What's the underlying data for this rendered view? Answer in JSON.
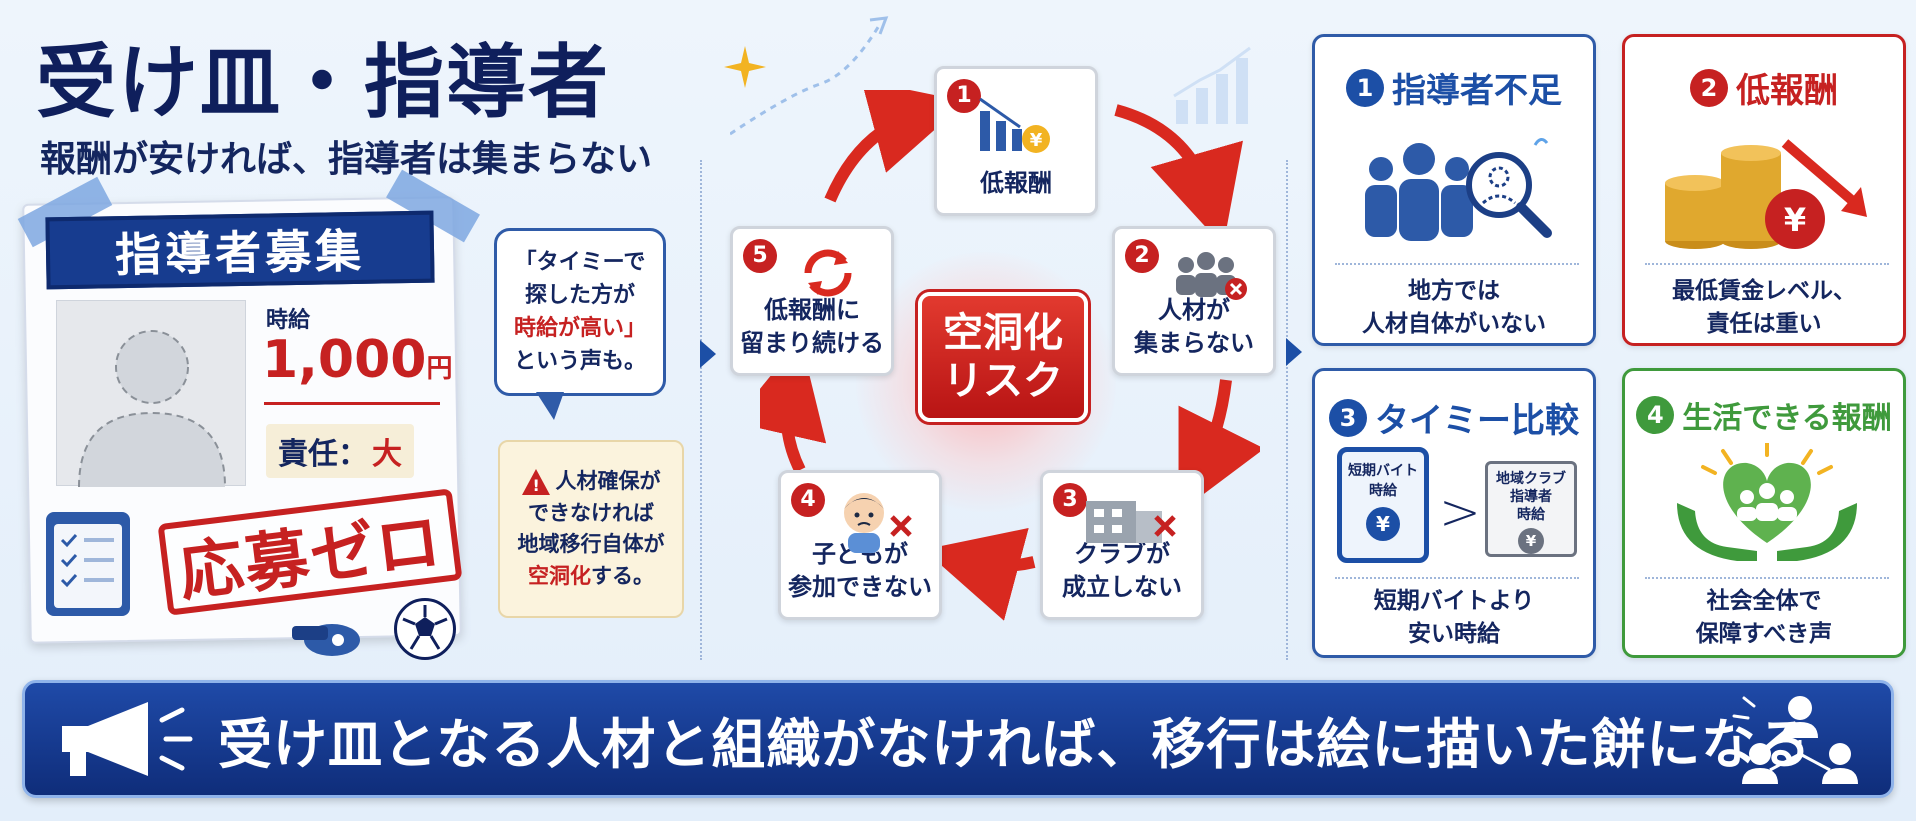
{
  "header": {
    "title": "受け皿・指導者",
    "subtitle": "報酬が安ければ、指導者は集まらない"
  },
  "poster": {
    "heading": "指導者募集",
    "wage_label": "時給",
    "wage_value": "1,000",
    "wage_unit": "円",
    "responsibility_label": "責任：",
    "responsibility_value": "大",
    "stamp": "応募ゼロ"
  },
  "bubble": {
    "line1": "「タイミーで",
    "line2": "探した方が",
    "line3": "時給が高い」",
    "line4": "という声も。"
  },
  "note": {
    "line1": "人材確保が",
    "line2": "できなければ",
    "line3": "地域移行自体が",
    "line4_red": "空洞化",
    "line4_rest": "する。"
  },
  "cycle": {
    "center_line1": "空洞化",
    "center_line2": "リスク",
    "steps": [
      {
        "num": "1",
        "line1": "低報酬",
        "line2": ""
      },
      {
        "num": "2",
        "line1": "人材が",
        "line2": "集まらない"
      },
      {
        "num": "3",
        "line1": "クラブが",
        "line2": "成立しない"
      },
      {
        "num": "4",
        "line1": "子どもが",
        "line2": "参加できない"
      },
      {
        "num": "5",
        "line1": "低報酬に",
        "line2": "留まり続ける"
      }
    ]
  },
  "cards": [
    {
      "num": "1",
      "title": "指導者不足",
      "line1": "地方では",
      "line2": "人材自体がいない",
      "color": "#1c4fa6"
    },
    {
      "num": "2",
      "title": "低報酬",
      "line1": "最低賃金レベル、",
      "line2": "責任は重い",
      "color": "#c62121"
    },
    {
      "num": "3",
      "title": "タイミー比較",
      "line1": "短期バイトより",
      "line2": "安い時給",
      "color": "#1c4fa6",
      "phone_line1": "短期バイト",
      "phone_line2": "時給",
      "club_line1": "地域クラブ",
      "club_line2": "指導者",
      "club_line3": "時給"
    },
    {
      "num": "4",
      "title": "生活できる報酬",
      "line1": "社会全体で",
      "line2": "保障すべき声",
      "color": "#3f9a3c"
    }
  ],
  "banner": {
    "text": "受け皿となる人材と組織がなければ、移行は絵に描いた餅になる"
  },
  "icons": {
    "yen": "¥",
    "cross": "×",
    "greater": ">"
  }
}
